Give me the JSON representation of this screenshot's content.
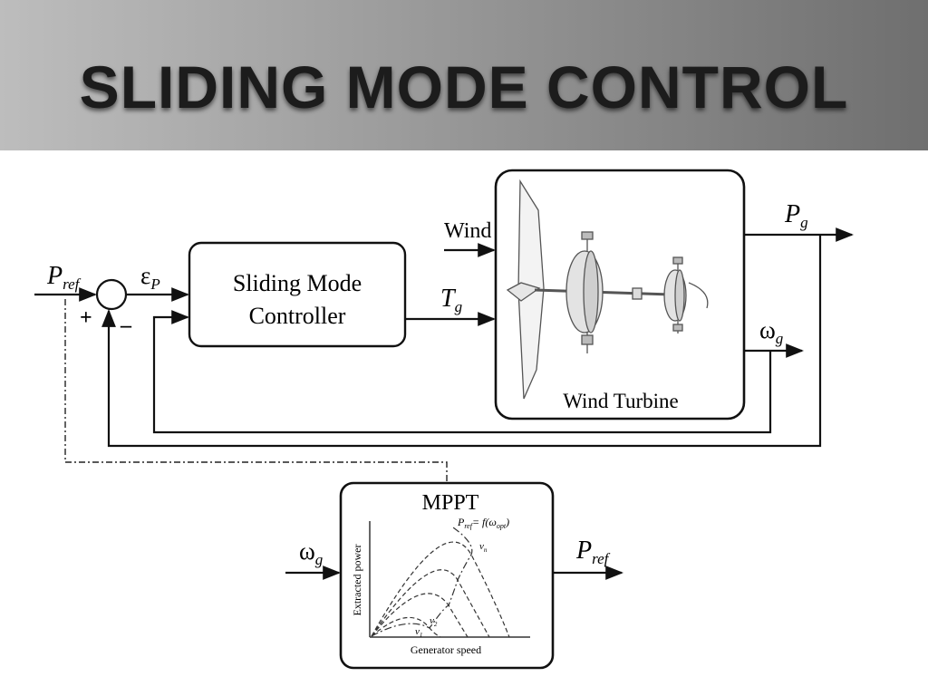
{
  "slide": {
    "title": "SLIDING MODE CONTROL"
  },
  "diagram": {
    "p_ref_input": {
      "main": "P",
      "sub": "ref"
    },
    "plus_sign": "+",
    "minus_sign": "_",
    "error_label": {
      "main": "ε",
      "sub": "P"
    },
    "controller_block": {
      "line1": "Sliding Mode",
      "line2": "Controller"
    },
    "torque_label": {
      "main": "T",
      "sub": "g"
    },
    "wind_label": "Wind",
    "turbine_block": "Wind Turbine",
    "power_output": {
      "main": "P",
      "sub": "g"
    },
    "speed_output": {
      "main": "ω",
      "sub": "g"
    },
    "mppt_block": {
      "title": "MPPT",
      "curve_label": "P",
      "curve_sub": "ref",
      "curve_func": "= f(ω",
      "curve_func_sub": "opt",
      "curve_func_end": ")",
      "y_axis": "Extracted power",
      "x_axis": "Generator speed",
      "v_labels": [
        "v",
        "v",
        "v"
      ],
      "v_subs": [
        "n",
        "2",
        "1"
      ]
    },
    "mppt_input": {
      "main": "ω",
      "sub": "g"
    },
    "mppt_output": {
      "main": "P",
      "sub": "ref"
    }
  },
  "colors": {
    "header_left": "#bdbdbd",
    "header_right": "#6f6f6f",
    "title_text": "#1c1c1c",
    "line": "#111111"
  }
}
